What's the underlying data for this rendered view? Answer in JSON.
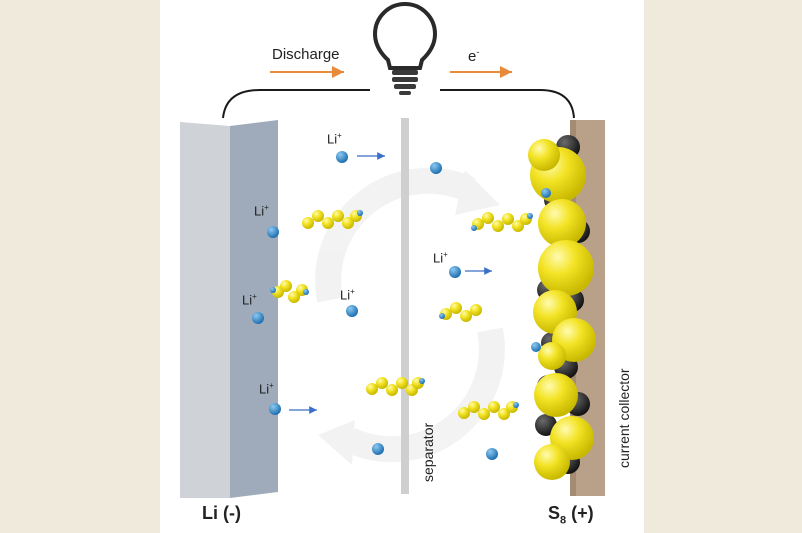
{
  "labels": {
    "discharge": "Discharge",
    "electron": "e",
    "electron_sup": "-",
    "li_ion": "Li",
    "li_ion_sup": "+",
    "separator": "separator",
    "current_collector": "current collector",
    "anode": "Li (-)",
    "cathode_main": "S",
    "cathode_sub": "8",
    "cathode_sign": " (+)"
  },
  "colors": {
    "background": "#efeadb",
    "panel": "#ffffff",
    "anode_front": "#c8cbcf",
    "anode_side": "#9aa7b6",
    "separator": "#cfcfcf",
    "collector": "#b9a189",
    "sulfur": "#f2e22a",
    "carbon": "#1f1f1f",
    "lithium": "#2a86c9",
    "arrow_orange": "#e98a3a",
    "arrow_blue": "#3b6fc8"
  },
  "icons": [
    "light-bulb-icon"
  ]
}
